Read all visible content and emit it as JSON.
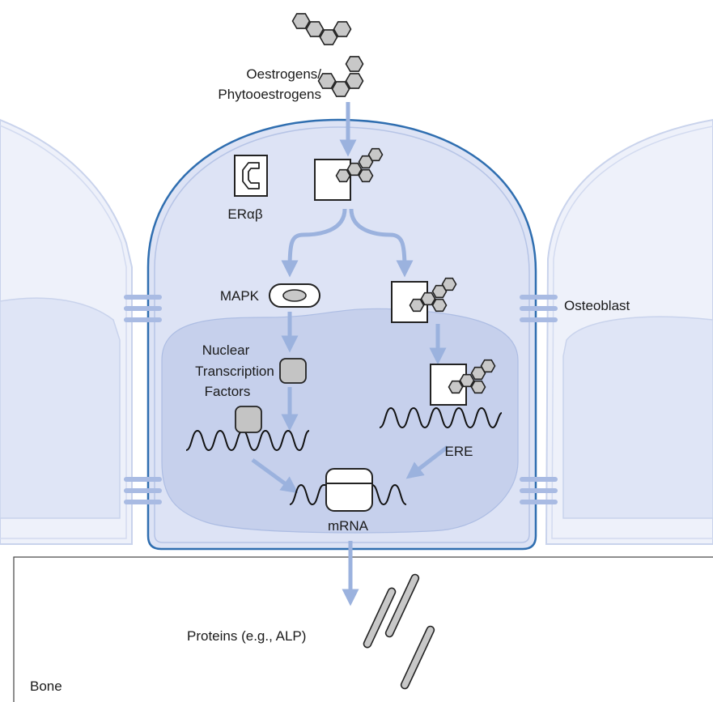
{
  "labels": {
    "ligand_line1": "Oestrogens/",
    "ligand_line2": "Phytooestrogens",
    "receptor": "ERαβ",
    "mapk": "MAPK",
    "ntf_line1": "Nuclear",
    "ntf_line2": "Transcription",
    "ntf_line3": "Factors",
    "ere": "ERE",
    "mrna": "mRNA",
    "osteoblast": "Osteoblast",
    "proteins": "Proteins (e.g., ALP)",
    "bone": "Bone"
  },
  "colors": {
    "cell_fill": "#dde3f5",
    "cell_stroke": "#2f6eb0",
    "nucleus_fill": "#c6d0ec",
    "neighbor_fill": "#eef1fa",
    "neighbor_stroke": "#c9d3ec",
    "arrow": "#9bb2de",
    "junction": "#a9bbe3",
    "protein_fill": "#c8c8c8",
    "tf_fill": "#c4c4c4"
  },
  "icons": [
    "hexagon-molecule-icon",
    "receptor-bracket-icon",
    "mapk-oval-icon",
    "transcription-factor-icon",
    "dna-strand-icon",
    "polymerase-icon",
    "protein-rod-icon",
    "cell-junction-icon"
  ]
}
